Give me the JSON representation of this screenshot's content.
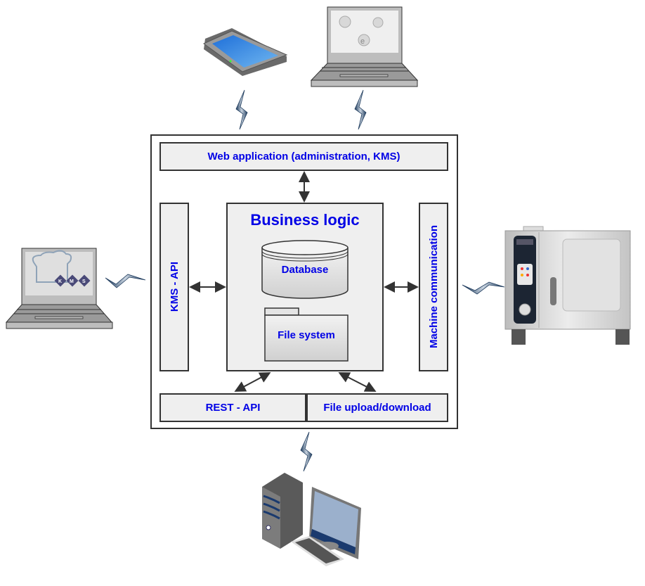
{
  "diagram": {
    "components": {
      "web_application": "Web application (administration, KMS)",
      "business_logic": "Business logic",
      "database": "Database",
      "file_system": "File system",
      "kms_api": "KMS - API",
      "machine_communication": "Machine communication",
      "rest_api": "REST - API",
      "file_transfer": "File upload/download"
    },
    "devices": {
      "tablet": "tablet-icon",
      "browser_laptop": "laptop-browser-icon",
      "kms_laptop": "laptop-kms-icon",
      "kms_logo_letters": [
        "K",
        "M",
        "S"
      ],
      "oven": "combi-oven-icon",
      "desktop": "desktop-computer-icon"
    },
    "colors": {
      "label": "#0000e6",
      "box_fill": "#efefef",
      "border": "#333333",
      "lightning": "#2a4a6e"
    }
  }
}
